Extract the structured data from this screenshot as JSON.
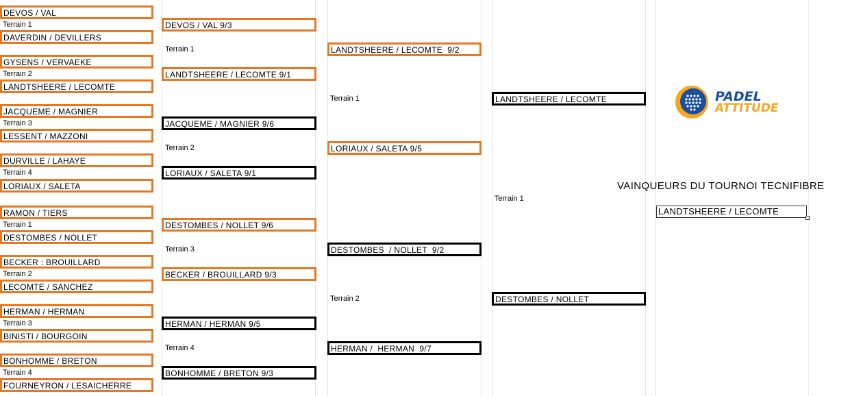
{
  "round1": {
    "pairs": [
      "DEVOS / VAL",
      "DAVERDIN / DEVILLERS",
      "GYSENS / VERVAEKE",
      "LANDTSHEERE / LECOMTE",
      "JACQUEME / MAGNIER",
      "LESSENT / MAZZONI",
      "DURVILLE / LAHAYE",
      "LORIAUX / SALETA",
      "RAMON / TIERS",
      "DESTOMBES / NOLLET",
      "BECKER : BROUILLARD",
      "LECOMTE / SANCHEZ",
      "HERMAN / HERMAN",
      "BINISTI / BOURGOIN",
      "BONHOMME / BRETON",
      "FOURNEYRON / LESAICHERRE"
    ],
    "terrains": [
      "Terrain 1",
      "Terrain 2",
      "Terrain 3",
      "Terrain 4",
      "Terrain 1",
      "Terrain 2",
      "Terrain 3",
      "Terrain 4"
    ]
  },
  "round2": {
    "pairs": [
      "DEVOS / VAL 9/3",
      "LANDTSHEERE / LECOMTE 9/1",
      "JACQUEME / MAGNIER 9/6",
      "LORIAUX / SALETA 9/1",
      "DESTOMBES / NOLLET 9/6",
      "BECKER / BROUILLARD 9/3",
      "HERMAN / HERMAN 9/5",
      "BONHOMME / BRETON 9/3"
    ],
    "terrains": [
      "Terrain 1",
      "Terrain 2",
      "Terrain 3",
      "Terrain 4"
    ]
  },
  "round3": {
    "pairs": [
      "LANDTSHEERE / LECOMTE  9/2",
      "LORIAUX / SALETA 9/5",
      "DESTOMBES  / NOLLET  9/2",
      "HERMAN /  HERMAN  9/7"
    ],
    "terrains": [
      "Terrain 1",
      "Terrain 2"
    ]
  },
  "round4": {
    "pairs": [
      "LANDTSHEERE / LECOMTE",
      "DESTOMBES / NOLLET"
    ],
    "terrains": [
      "Terrain 1"
    ]
  },
  "winner": {
    "title": "VAINQUEURS DU TOURNOI TECNIFIBRE",
    "pair": "LANDTSHEERE / LECOMTE"
  },
  "logo": {
    "icon": "padel-ball-icon",
    "line1": "PADEL",
    "line2": "ATTITUDE",
    "colors": {
      "blue": "#1a4f9c",
      "orange": "#f5a623"
    }
  },
  "colors": {
    "orange_border": "#e87722",
    "black_border": "#000000"
  }
}
